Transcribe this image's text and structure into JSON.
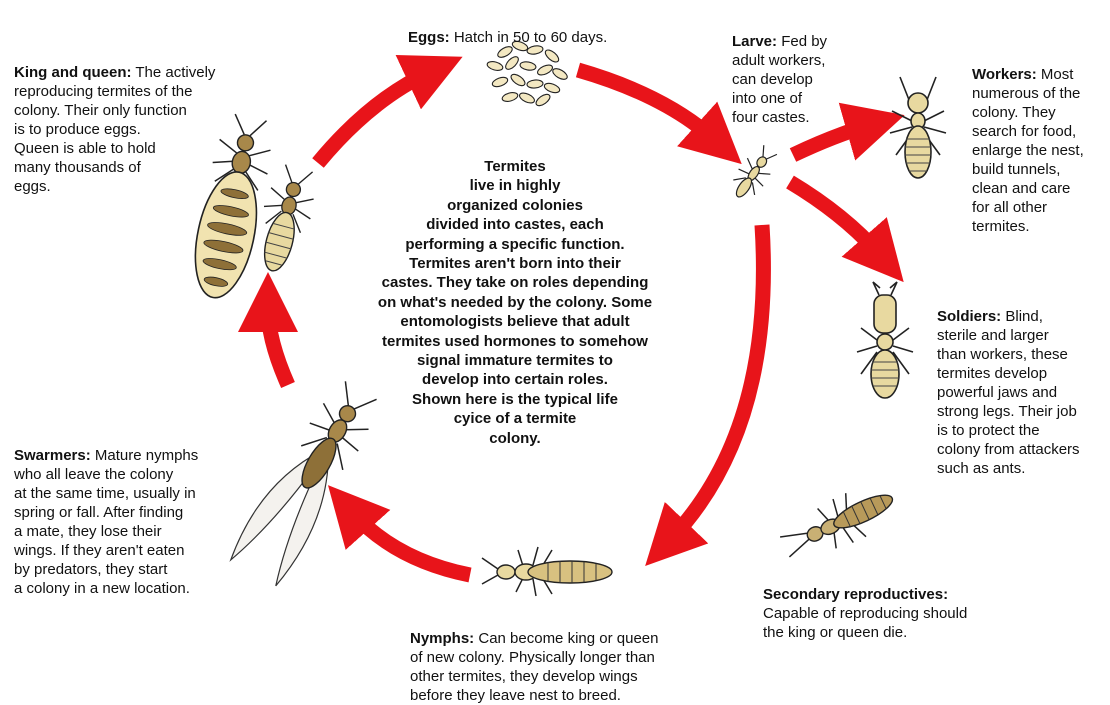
{
  "colors": {
    "arrow": "#e8141a",
    "body_fill": "#e8d9a0",
    "outline": "#222222",
    "wing": "#f4f2ee"
  },
  "center_text": "Termites\nlive in highly\norganized colonies\ndivided into castes, each\nperforming a specific function.\nTermites aren't born into their\ncastes. They take on roles depending\non what's needed by the colony. Some\nentomologists believe that adult\ntermites used hormones to somehow\nsignal immature termites to\ndevelop into certain roles.\nShown here is the typical life\ncyice of a termite\ncolony.",
  "stages": {
    "eggs": {
      "title": "Eggs:",
      "text": " Hatch in 50 to 60 days."
    },
    "larve": {
      "title": "Larve:",
      "text": " Fed by\nadult workers,\ncan develop\ninto one of\nfour castes."
    },
    "workers": {
      "title": "Workers:",
      "text": " Most\nnumerous of the\ncolony. They\nsearch for food,\nenlarge the nest,\nbuild tunnels,\nclean and care\nfor all other\ntermites."
    },
    "soldiers": {
      "title": "Soldiers:",
      "text": " Blind,\nsterile and larger\nthan workers, these\ntermites develop\npowerful jaws and\nstrong legs. Their job\nis to protect the\ncolony from attackers\nsuch as ants."
    },
    "secondary": {
      "title": "Secondary reproductives:",
      "text": "\nCapable of reproducing should\nthe king or queen die."
    },
    "nymphs": {
      "title": "Nymphs:",
      "text": " Can become king or queen\nof new colony. Physically longer than\nother termites, they develop wings\nbefore they leave nest to breed."
    },
    "swarmers": {
      "title": "Swarmers:",
      "text": " Mature nymphs\nwho all leave the colony\nat the same time, usually in\nspring or fall. After finding\na mate, they lose their\nwings. If they aren't eaten\nby predators, they start\na colony in a new location."
    },
    "king_queen": {
      "title": "King and queen:",
      "text": " The actively\nreproducing termites of the\ncolony. Their only function\nis to produce eggs.\nQueen is able to hold\nmany thousands of\neggs."
    }
  }
}
